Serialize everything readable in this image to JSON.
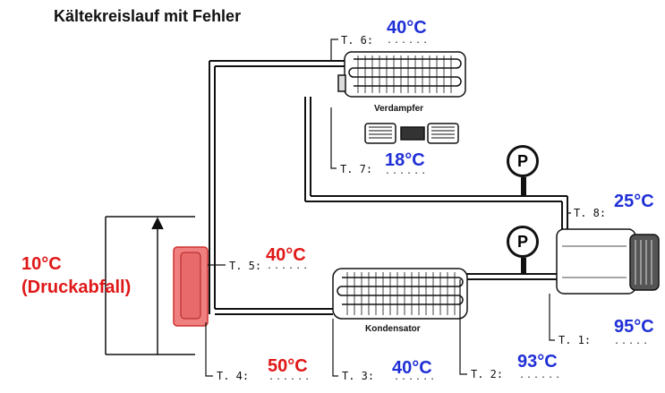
{
  "title": "Kältekreislauf mit Fehler",
  "note": {
    "line1": "10°C",
    "line2": "(Druckabfall)"
  },
  "components": {
    "evaporator": "Verdampfer",
    "condenser": "Kondensator",
    "pressure_gauge": "P"
  },
  "measurement_points": [
    {
      "label": "T. 1:",
      "temp": "95°C",
      "color": "#1f2fd6"
    },
    {
      "label": "T. 2:",
      "temp": "93°C",
      "color": "#1f2fd6"
    },
    {
      "label": "T. 3:",
      "temp": "40°C",
      "color": "#1f2fd6"
    },
    {
      "label": "T. 4:",
      "temp": "50°C",
      "color": "#e01818"
    },
    {
      "label": "T. 5:",
      "temp": "40°C",
      "color": "#e01818"
    },
    {
      "label": "T. 6:",
      "temp": "40°C",
      "color": "#1f2fd6"
    },
    {
      "label": "T. 7:",
      "temp": "18°C",
      "color": "#1f2fd6"
    },
    {
      "label": "T. 8:",
      "temp": "25°C",
      "color": "#1f2fd6"
    }
  ],
  "colors": {
    "normal_temp": "#1f2fd6",
    "fault_temp": "#e01818",
    "fault_highlight": "#f08080"
  }
}
